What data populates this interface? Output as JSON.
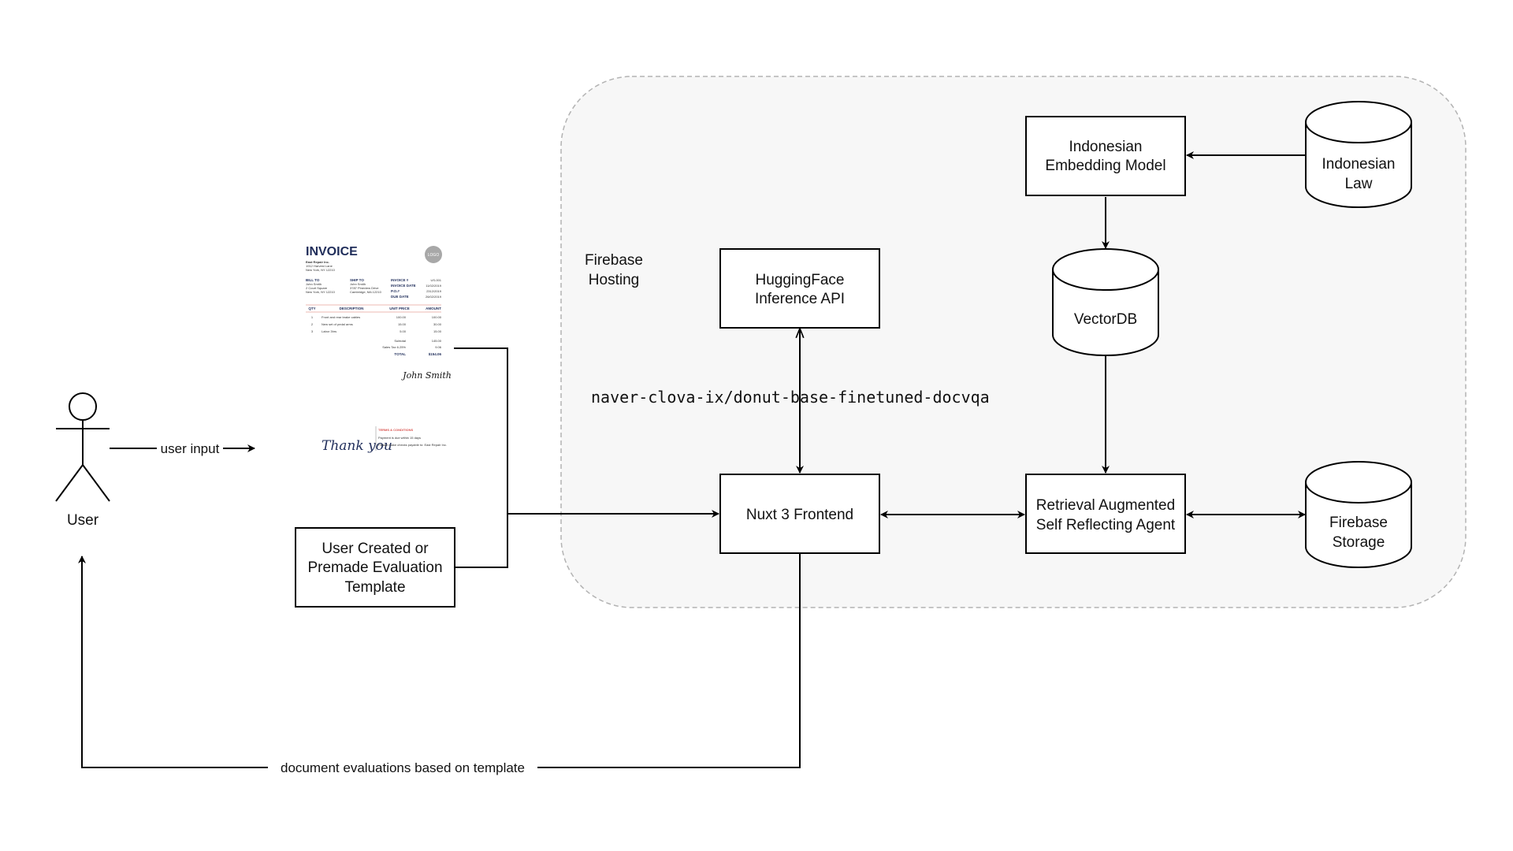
{
  "region": {
    "label_line1": "Firebase",
    "label_line2": "Hosting"
  },
  "actor": {
    "label": "User"
  },
  "edges": {
    "user_input": "user input",
    "model_name": "naver-clova-ix/donut-base-finetuned-docvqa",
    "feedback": "document evaluations based on template"
  },
  "nodes": {
    "huggingface": {
      "line1": "HuggingFace",
      "line2": "Inference API"
    },
    "embedding": {
      "line1": "Indonesian",
      "line2": "Embedding Model"
    },
    "indonesian_law": {
      "line1": "Indonesian",
      "line2": "Law"
    },
    "vectordb": {
      "label": "VectorDB"
    },
    "nuxt": {
      "label": "Nuxt 3 Frontend"
    },
    "agent": {
      "line1": "Retrieval Augmented",
      "line2": "Self Reflecting Agent"
    },
    "storage": {
      "line1": "Firebase",
      "line2": "Storage"
    },
    "template": {
      "line1": "User Created or",
      "line2": "Premade Evaluation",
      "line3": "Template"
    }
  },
  "invoice": {
    "title": "INVOICE",
    "logo": "LOGO",
    "company": [
      "East Repair Inc.",
      "1912 Harvest Lane",
      "New York, NY 12210"
    ],
    "bill_to_label": "BILL TO",
    "bill_to": [
      "John Smith",
      "2 Court Square",
      "New York, NY 12210"
    ],
    "ship_to_label": "SHIP TO",
    "ship_to": [
      "John Smith",
      "3787 Pineview Drive",
      "Cambridge, MA 12210"
    ],
    "meta_labels": [
      "INVOICE #",
      "INVOICE DATE",
      "P.O.#",
      "DUE DATE"
    ],
    "meta_values": [
      "US-001",
      "11/02/2019",
      "2312/2019",
      "26/02/2019"
    ],
    "columns": [
      "QTY",
      "DESCRIPTION",
      "UNIT PRICE",
      "AMOUNT"
    ],
    "rows": [
      [
        "1",
        "Front and rear brake cables",
        "100.00",
        "100.00"
      ],
      [
        "2",
        "New set of pedal arms",
        "15.00",
        "30.00"
      ],
      [
        "3",
        "Labor 3hrs",
        "5.00",
        "15.00"
      ]
    ],
    "subtotal_label": "Subtotal",
    "subtotal": "145.00",
    "tax_label": "Sales Tax 6.25%",
    "tax": "9.06",
    "total_label": "TOTAL",
    "total": "$154.06",
    "signature": "John Smith",
    "thank_you": "Thank you",
    "terms_title": "TERMS & CONDITIONS",
    "terms": [
      "Payment is due within 15 days",
      "Please make checks payable to: East Repair Inc."
    ]
  },
  "colors": {
    "region_fill": "#f7f7f7",
    "region_stroke": "#b3b3b3",
    "invoice_navy": "#1f2d5a",
    "invoice_accent": "#d9534f"
  }
}
